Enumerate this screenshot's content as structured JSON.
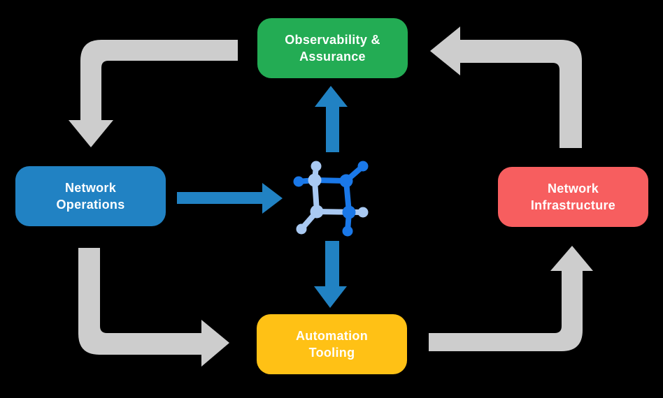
{
  "nodes": {
    "observability": {
      "line1": "Observability &",
      "line2": "Assurance",
      "color": "#23AC54"
    },
    "operations": {
      "line1": "Network",
      "line2": "Operations",
      "color": "#2182C3"
    },
    "infrastructure": {
      "line1": "Network",
      "line2": "Infrastructure",
      "color": "#F75E5F"
    },
    "tooling": {
      "line1": "Automation",
      "line2": "Tooling",
      "color": "#FFC115"
    }
  },
  "icon": {
    "name": "network-node-icon",
    "dark": "#1A78E8",
    "light": "#A9C9F2"
  },
  "colors": {
    "background": "#000000",
    "arrow_gray": "#CDCDCD",
    "arrow_blue": "#2182C3",
    "text": "#FFFFFF"
  },
  "edges": [
    {
      "from": "Observability & Assurance",
      "to": "Network Operations",
      "style": "gray"
    },
    {
      "from": "Network Operations",
      "to": "Automation Tooling",
      "style": "gray"
    },
    {
      "from": "Automation Tooling",
      "to": "Network Infrastructure",
      "style": "gray"
    },
    {
      "from": "Network Infrastructure",
      "to": "Observability & Assurance",
      "style": "gray"
    },
    {
      "from": "Network Operations",
      "to": "network-node-icon",
      "style": "blue"
    },
    {
      "from": "network-node-icon",
      "to": "Observability & Assurance",
      "style": "blue"
    },
    {
      "from": "network-node-icon",
      "to": "Automation Tooling",
      "style": "blue"
    }
  ]
}
